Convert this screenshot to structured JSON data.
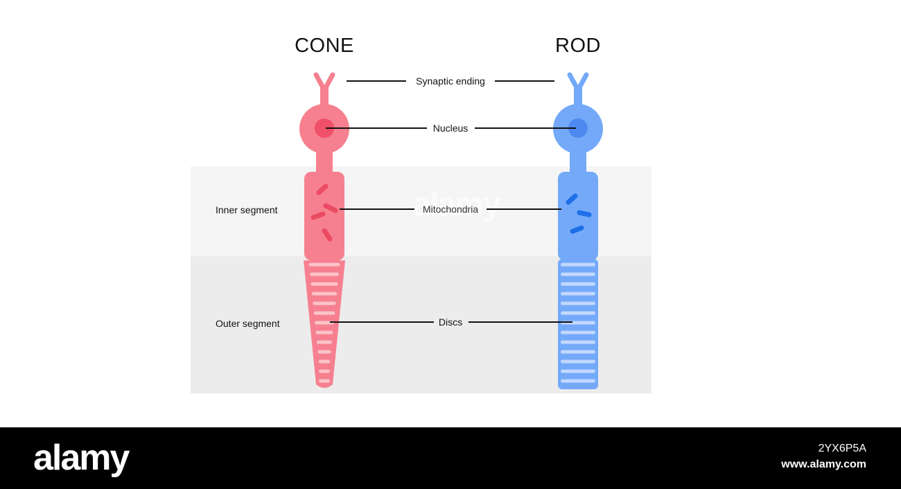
{
  "titles": {
    "cone": "CONE",
    "rod": "ROD"
  },
  "labels": {
    "synaptic_ending": "Synaptic ending",
    "nucleus": "Nucleus",
    "mitochondria": "Mitochondria",
    "discs": "Discs",
    "inner_segment": "Inner segment",
    "outer_segment": "Outer segment"
  },
  "watermark": {
    "text": "alamy"
  },
  "footer": {
    "logo": "alamy",
    "image_id": "2YX6P5A",
    "url": "www.alamy.com"
  },
  "colors": {
    "cone_body": "#f6808f",
    "cone_nucleus": "#f0506a",
    "cone_mito": "#ea4a62",
    "cone_disc": "#fbc3c9",
    "rod_body": "#74a9f9",
    "rod_nucleus": "#4d89f0",
    "rod_mito": "#1e6fe8",
    "rod_disc": "#c1d8fd",
    "inner_band": "#f5f5f5",
    "outer_band": "#ececec"
  }
}
